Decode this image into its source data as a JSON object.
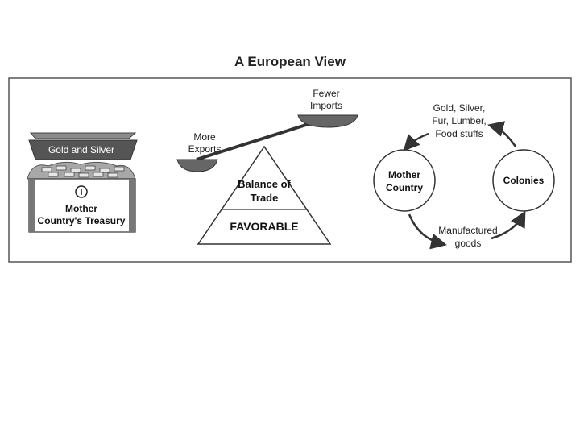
{
  "title": "A European View",
  "treasury": {
    "banner": "Gold and Silver",
    "icon_glyph": "I",
    "label_line1": "Mother",
    "label_line2": "Country's Treasury"
  },
  "balance": {
    "left_pan_line1": "More",
    "left_pan_line2": "Exports",
    "right_pan_line1": "Fewer",
    "right_pan_line2": "Imports",
    "pyramid_line1": "Balance of",
    "pyramid_line2": "Trade",
    "pyramid_base": "FAVORABLE"
  },
  "cycle": {
    "mother_line1": "Mother",
    "mother_line2": "Country",
    "colonies": "Colonies",
    "top_flow": [
      "Gold, Silver,",
      "Fur, Lumber,",
      "Food stuffs"
    ],
    "bottom_flow": [
      "Manufactured",
      "goods"
    ]
  },
  "colors": {
    "frame": "#555555",
    "dark_fill": "#555555",
    "light_fill": "#cfcfcf"
  }
}
